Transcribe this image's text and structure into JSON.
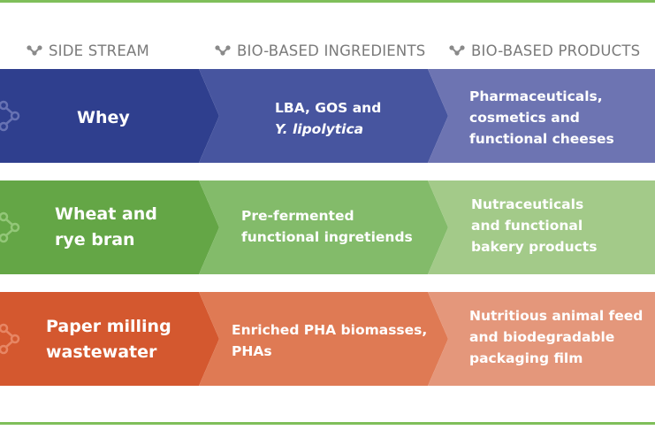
{
  "headers": {
    "side_stream": "SIDE STREAM",
    "ingredients": "BIO-BASED INGREDIENTS",
    "products": "BIO-BASED PRODUCTS"
  },
  "rows": [
    {
      "side_stream": [
        "Whey"
      ],
      "ingredients": [
        "LBA, GOS and",
        "Y. lipolytica"
      ],
      "products": [
        "Pharmaceuticals,",
        "cosmetics and",
        "functional cheeses"
      ],
      "colors": [
        "#2f3f8e",
        "#47559f",
        "#6d74b2"
      ]
    },
    {
      "side_stream": [
        "Wheat and",
        "rye bran"
      ],
      "ingredients": [
        "Pre-fermented",
        "functional ingretiends"
      ],
      "products": [
        "Nutraceuticals",
        "and functional",
        "bakery products"
      ],
      "colors": [
        "#64a646",
        "#83bb6a",
        "#a3ca89"
      ]
    },
    {
      "side_stream": [
        "Paper milling",
        "wastewater"
      ],
      "ingredients": [
        "Enriched PHA biomasses,",
        "PHAs"
      ],
      "products": [
        "Nutritious animal feed",
        "and biodegradable",
        "packaging film"
      ],
      "colors": [
        "#d4582f",
        "#df7a54",
        "#e4977b"
      ]
    }
  ],
  "colors": {
    "rule": "#7fbf5a",
    "header_text": "#7a7a7a",
    "header_icon": "#8a8a8a"
  },
  "icons": {
    "header": "molecule-icon",
    "row_marker": "molecule-icon"
  }
}
